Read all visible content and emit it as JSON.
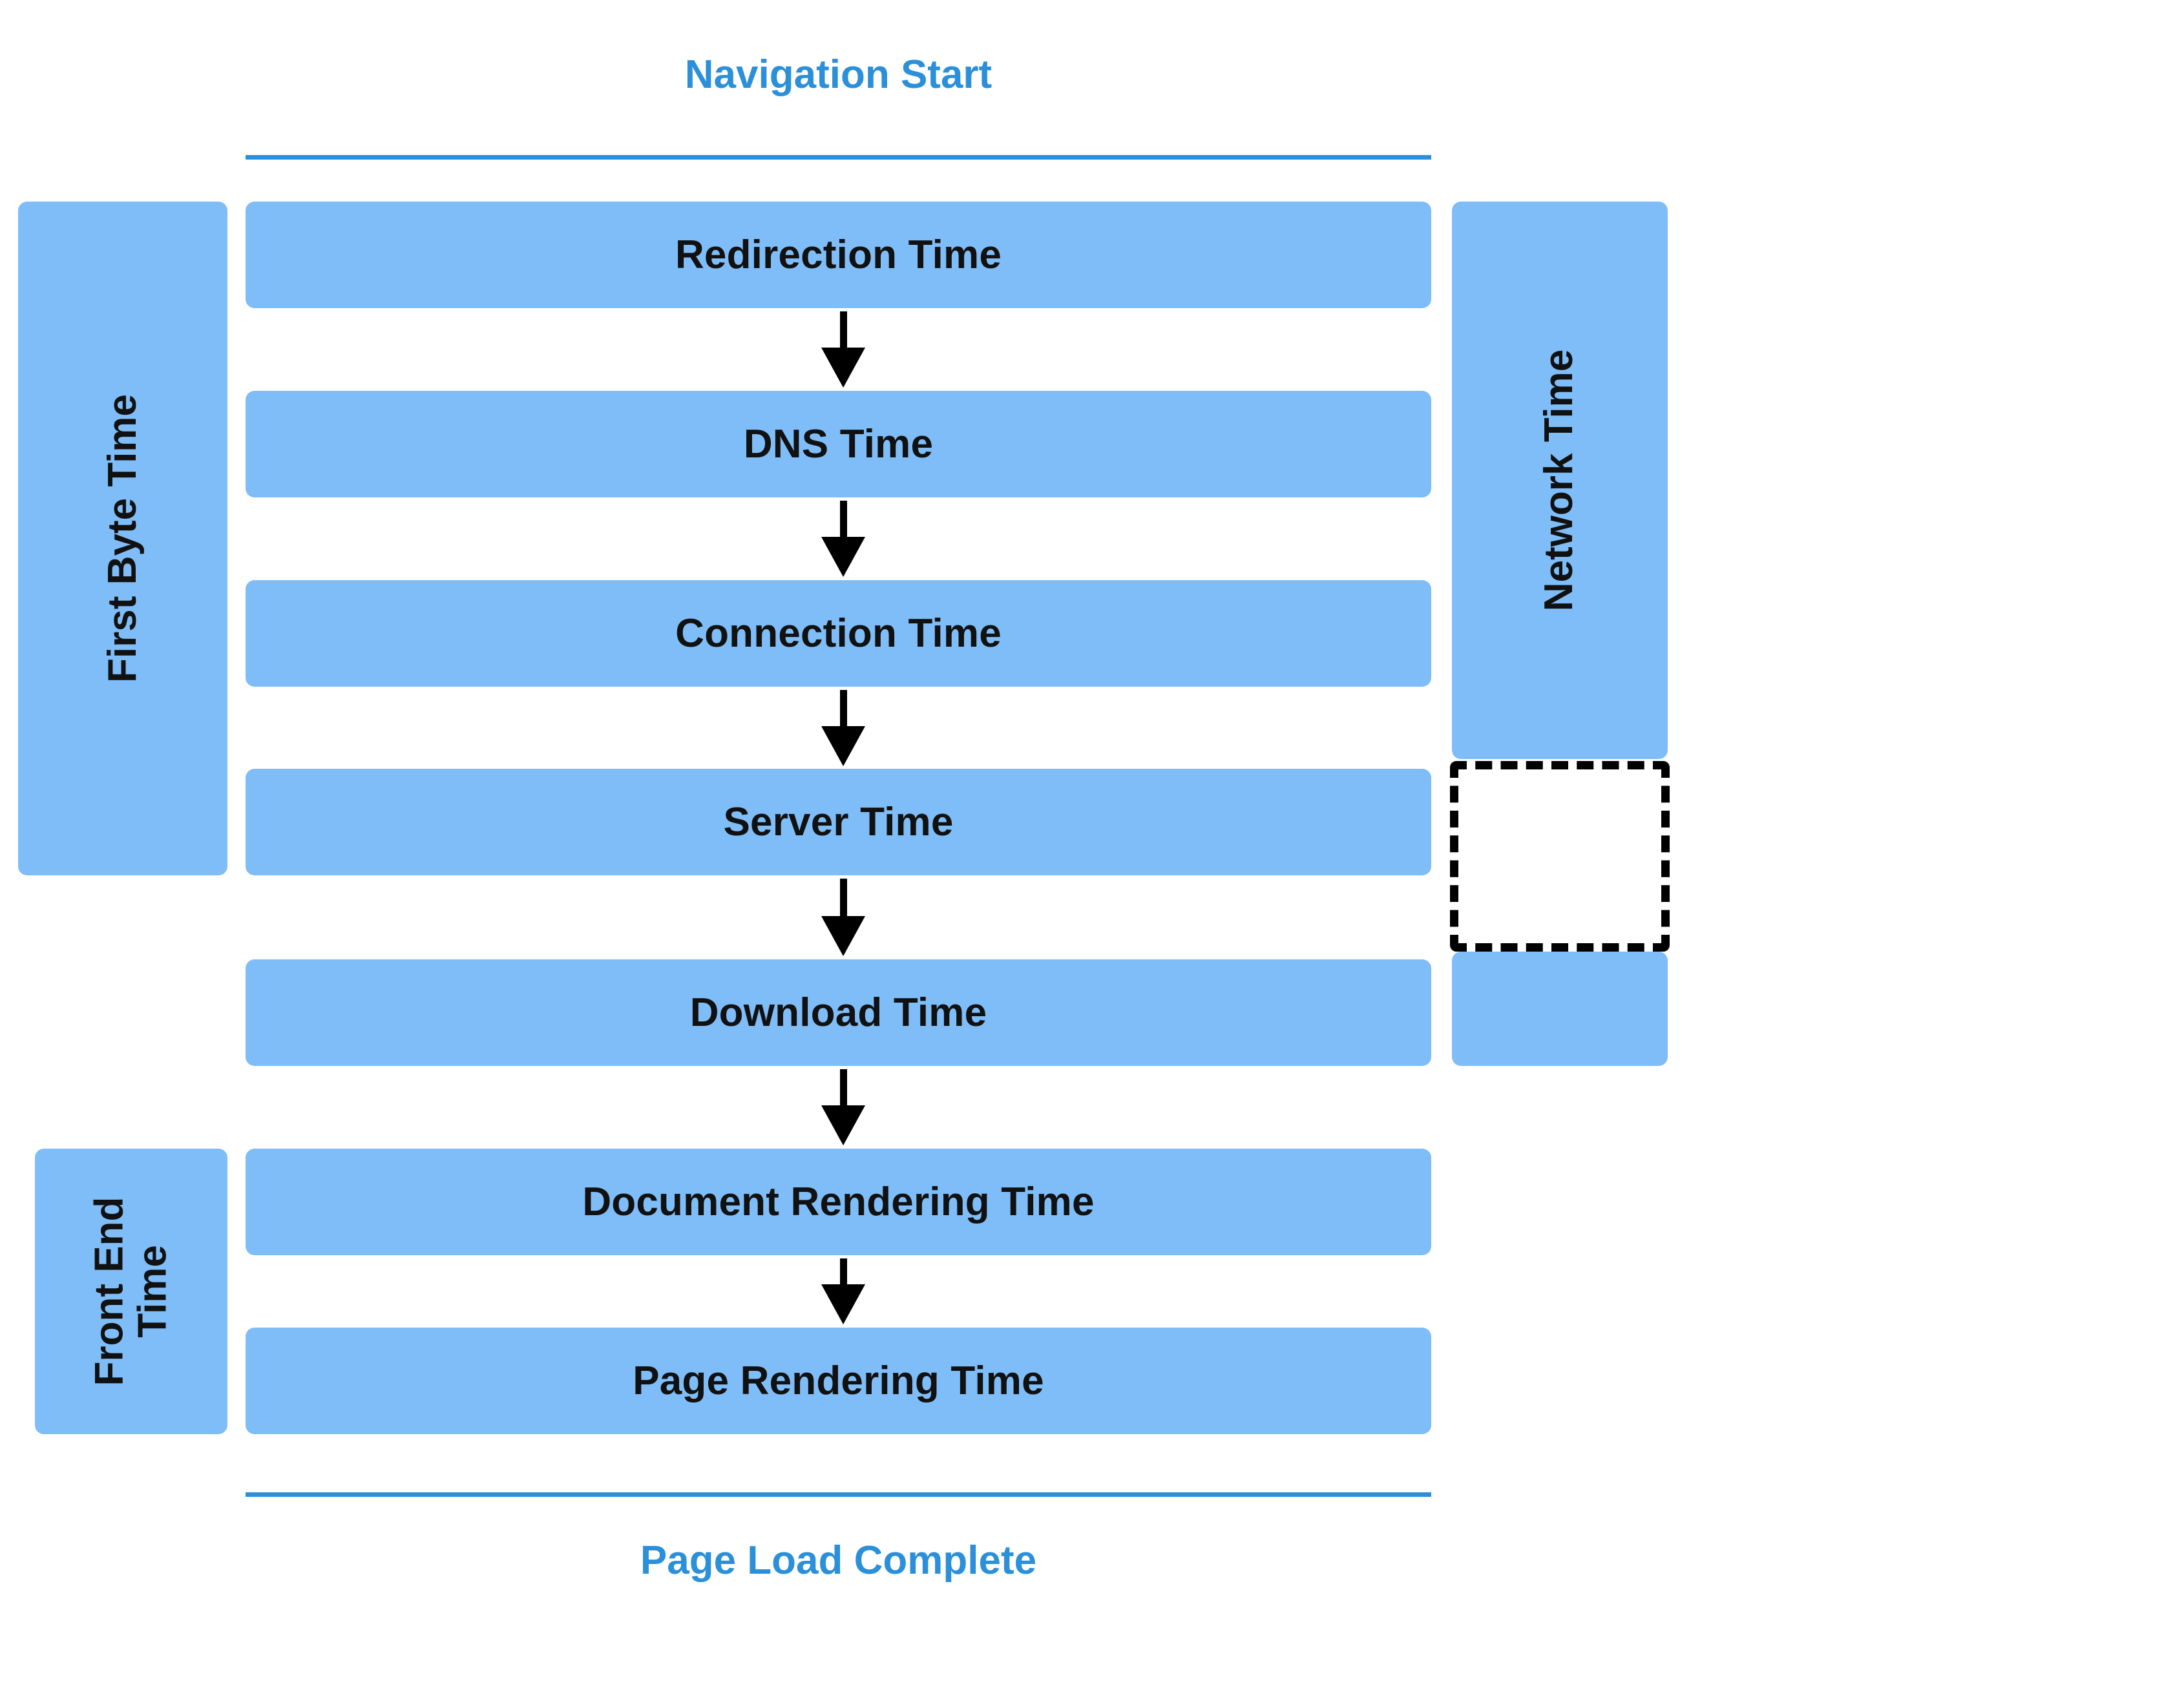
{
  "diagram": {
    "title_top": "Navigation Start",
    "title_bottom": "Page Load Complete",
    "accent_color": "#2b90d9",
    "bar_color": "#7ebdf7",
    "text_color": "#111111",
    "stages": [
      {
        "label": "Redirection Time"
      },
      {
        "label": "DNS Time"
      },
      {
        "label": "Connection Time"
      },
      {
        "label": "Server Time"
      },
      {
        "label": "Download Time"
      },
      {
        "label": "Document Rendering Time"
      },
      {
        "label": "Page Rendering Time"
      }
    ],
    "left_groups": [
      {
        "label": "First Byte Time",
        "covers": "Redirection Time through Server Time"
      },
      {
        "label": "Front End\nTime",
        "covers": "Document Rendering Time through Page Rendering Time"
      }
    ],
    "right_groups": [
      {
        "label": "Network Time",
        "covers": "Redirection Time through Connection Time"
      }
    ],
    "arrows": [
      {
        "from": "Redirection Time",
        "to": "DNS Time"
      },
      {
        "from": "DNS Time",
        "to": "Connection Time"
      },
      {
        "from": "Connection Time",
        "to": "Server Time"
      },
      {
        "from": "Server Time",
        "to": "Download Time"
      },
      {
        "from": "Download Time",
        "to": "Document Rendering Time"
      },
      {
        "from": "Document Rendering Time",
        "to": "Page Rendering Time"
      }
    ],
    "dashed_gap": {
      "note": "dashed outline placeholder beside Server Time row"
    }
  }
}
